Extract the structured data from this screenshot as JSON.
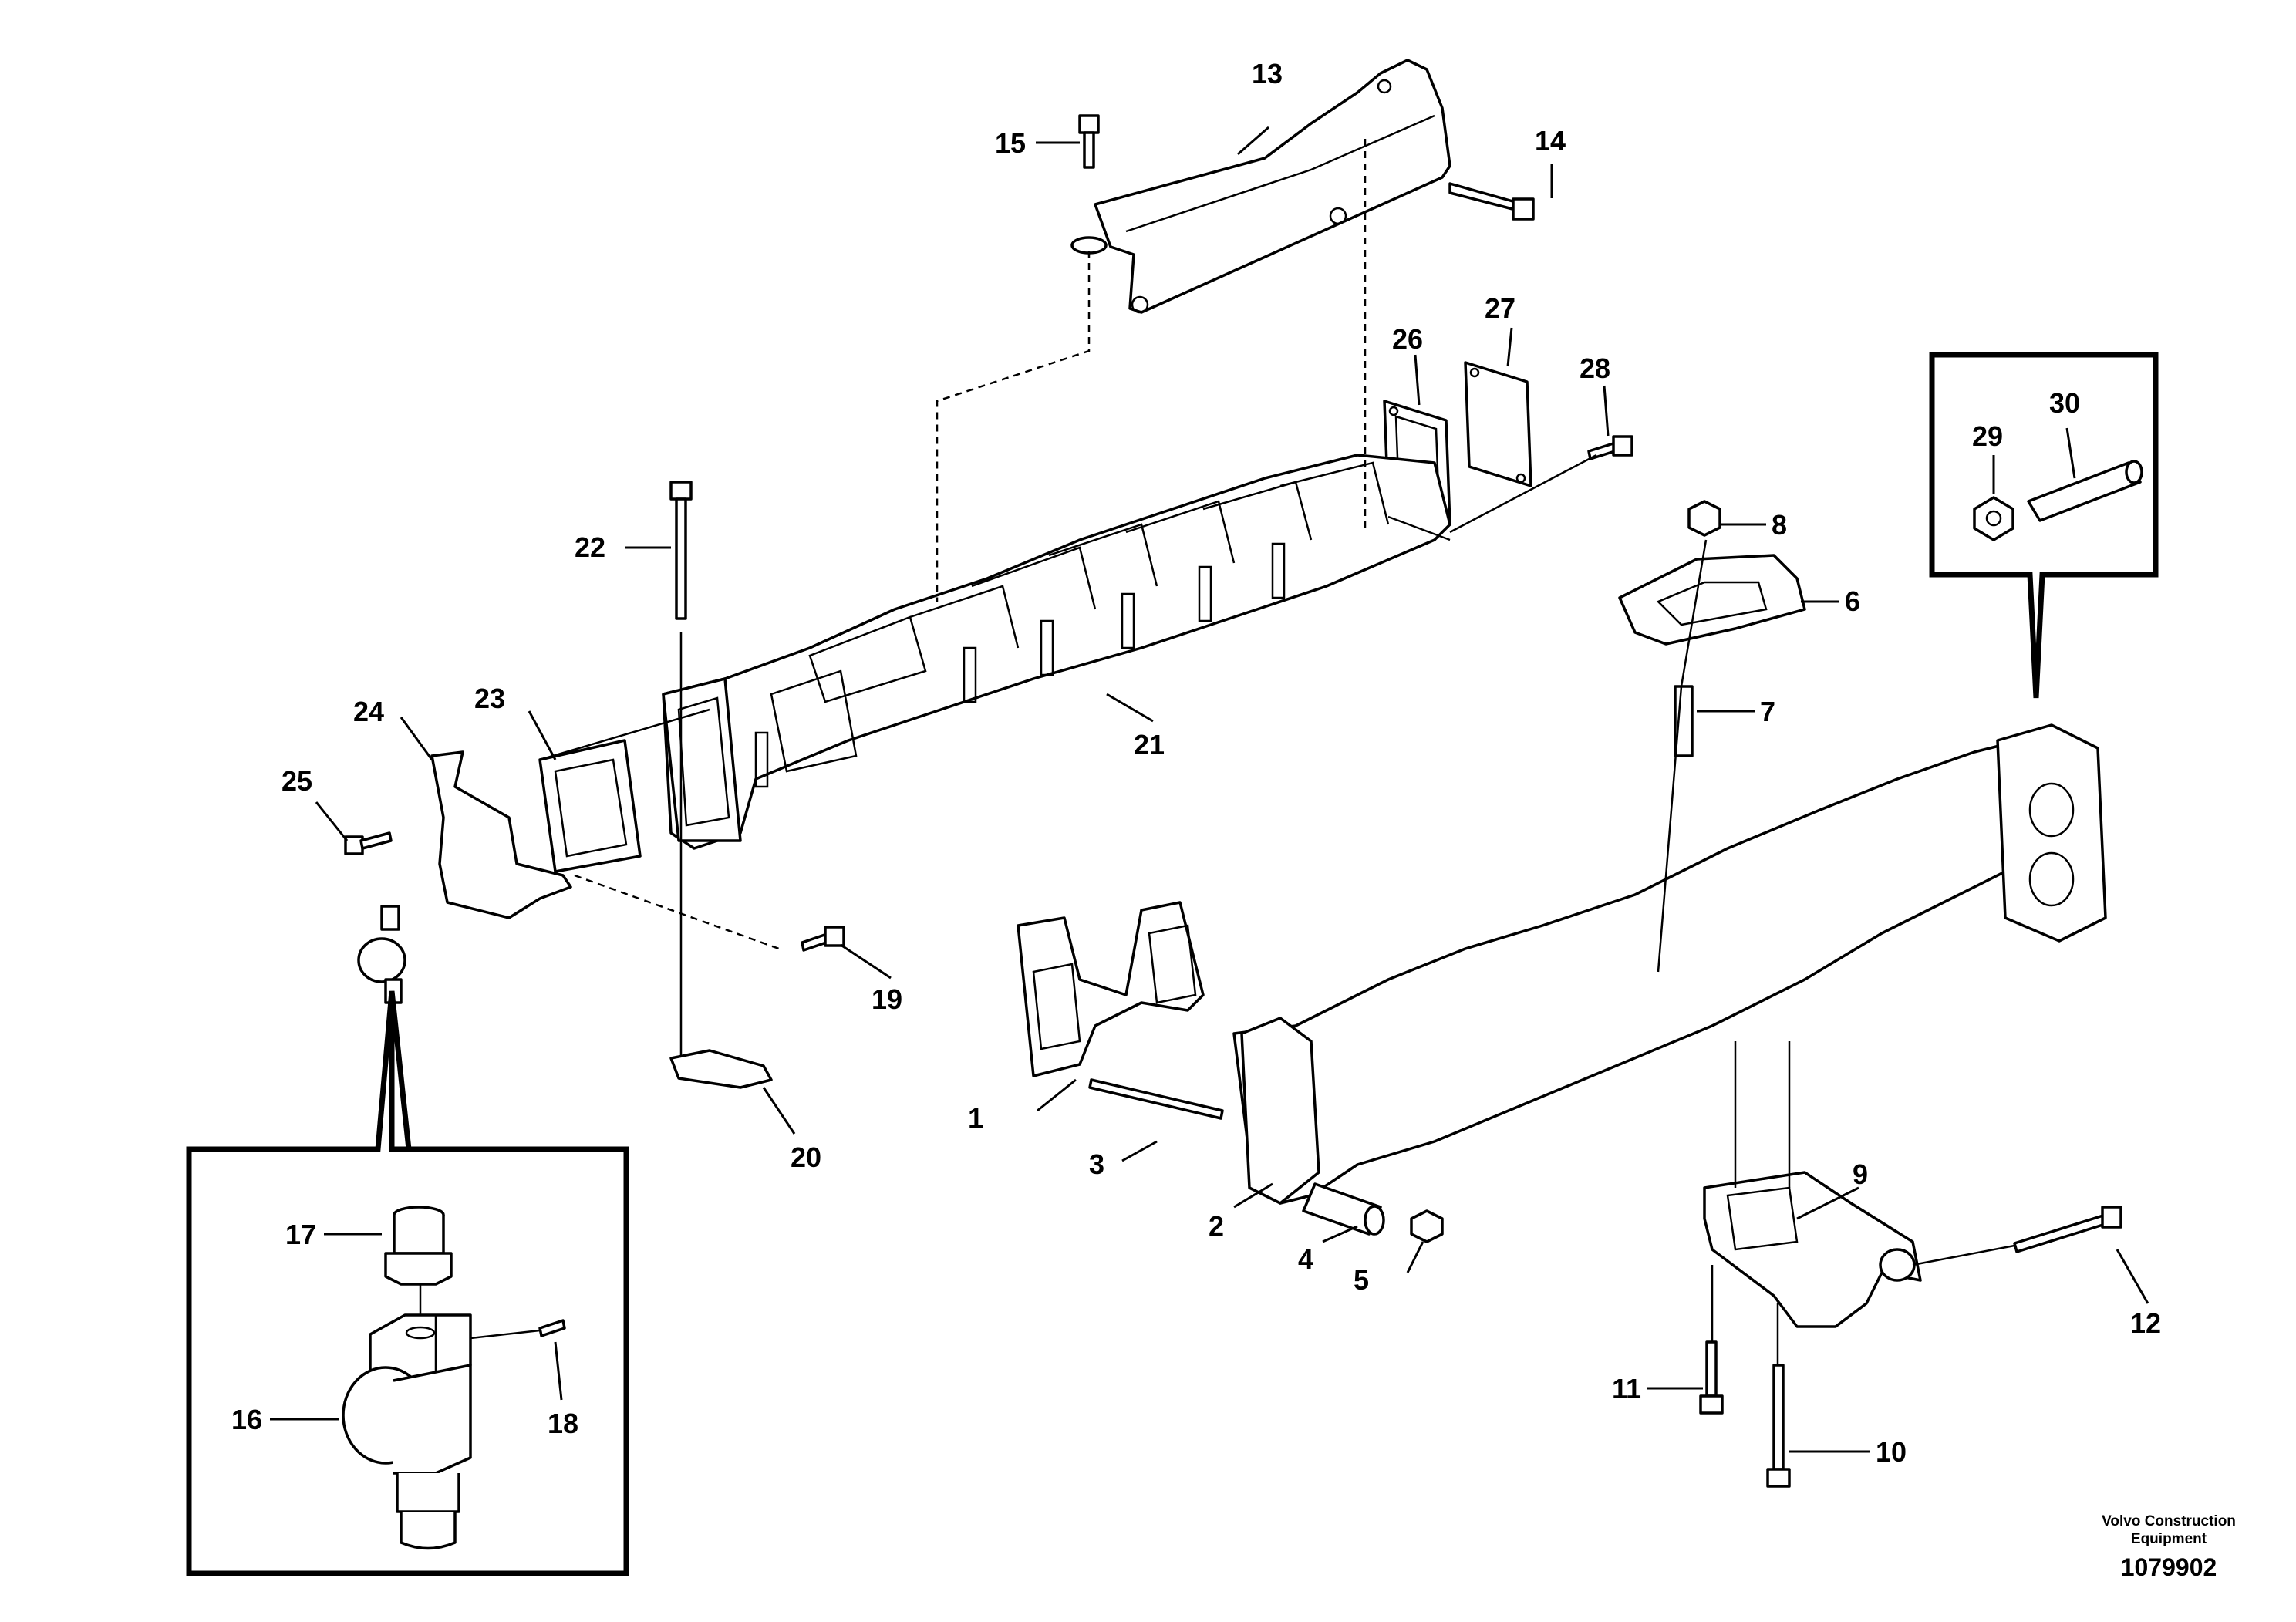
{
  "callouts": {
    "c1": "1",
    "c2": "2",
    "c3": "3",
    "c4": "4",
    "c5": "5",
    "c6": "6",
    "c7": "7",
    "c8": "8",
    "c9": "9",
    "c10": "10",
    "c11": "11",
    "c12": "12",
    "c13": "13",
    "c14": "14",
    "c15": "15",
    "c16": "16",
    "c17": "17",
    "c18": "18",
    "c19": "19",
    "c20": "20",
    "c21": "21",
    "c22": "22",
    "c23": "23",
    "c24": "24",
    "c25": "25",
    "c26": "26",
    "c27": "27",
    "c28": "28",
    "c29": "29",
    "c30": "30"
  },
  "footer": {
    "credit_line1": "Volvo Construction",
    "credit_line2": "Equipment",
    "doc_number": "1079902"
  }
}
